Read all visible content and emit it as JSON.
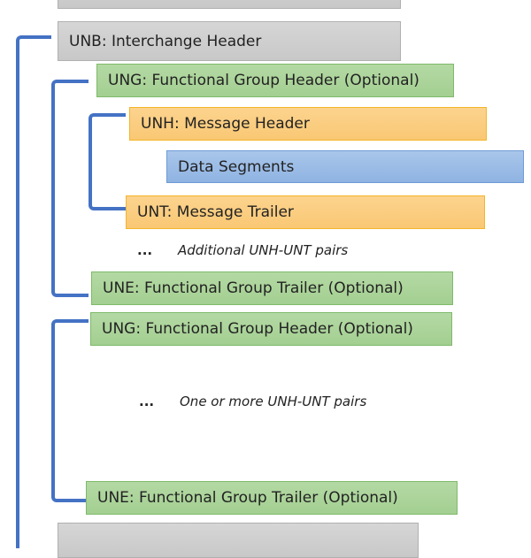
{
  "diagram": {
    "unb": "UNB: Interchange Header",
    "group1": {
      "header": "UNG: Functional Group Header (Optional)",
      "message_header": "UNH: Message Header",
      "data_segments": "Data Segments",
      "message_trailer": "UNT: Message Trailer",
      "note_dots": "...",
      "note": "Additional UNH-UNT pairs",
      "trailer": "UNE: Functional Group Trailer (Optional)"
    },
    "group2": {
      "header": "UNG: Functional Group Header (Optional)",
      "note_dots": "...",
      "note": "One or more UNH-UNT pairs",
      "trailer": "UNE: Functional Group Trailer (Optional)"
    },
    "colors": {
      "connector": "#4472c4",
      "interchange": "#cccccc",
      "group": "#a9d394",
      "message": "#fbcd7e",
      "data": "#9dbde6"
    }
  }
}
